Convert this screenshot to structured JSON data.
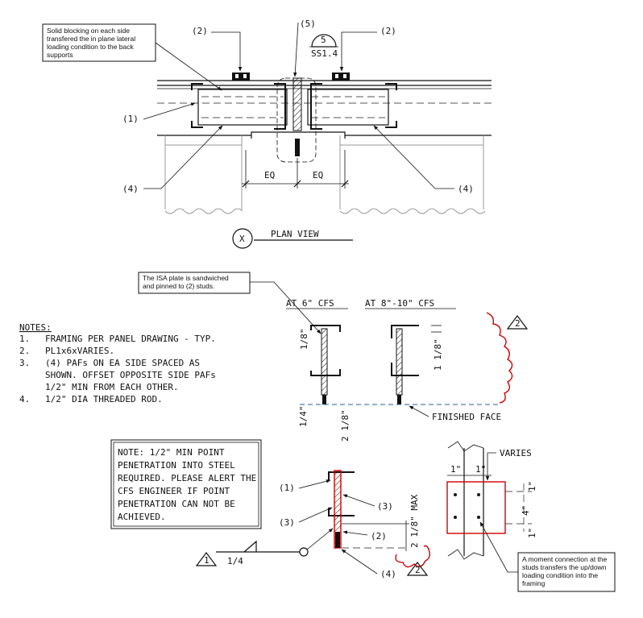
{
  "callouts": {
    "blocking_note": [
      "Solid blocking on each side",
      "transfered the in plane lateral",
      "loading condition to the back",
      "supports"
    ],
    "isa_plate_note": [
      "The ISA plate is sandwiched",
      "and pinned to (2) studs."
    ],
    "moment_note": [
      "A moment connection at the",
      "studs transfers the up/down",
      "loading condition into the",
      "framing"
    ]
  },
  "plan": {
    "tags": {
      "t2": "(2)",
      "t1": "(1)",
      "t4": "(4)",
      "t5": "(5)"
    },
    "section_ref": {
      "num": "5",
      "sheet": "SS1.4"
    },
    "dims": {
      "eq": "EQ"
    },
    "view_title": {
      "marker": "X",
      "label": "PLAN VIEW"
    }
  },
  "notes": {
    "title": "NOTES:",
    "items": [
      {
        "num": "1.",
        "lines": [
          "FRAMING PER PANEL DRAWING - TYP."
        ]
      },
      {
        "num": "2.",
        "lines": [
          "PL1x6xVARIES."
        ]
      },
      {
        "num": "3.",
        "lines": [
          "(4) PAFs ON EA SIDE SPACED AS",
          "SHOWN. OFFSET OPPOSITE SIDE PAFs",
          "1/2\" MIN FROM EACH OTHER."
        ]
      },
      {
        "num": "4.",
        "lines": [
          "1/2\" DIA THREADED ROD."
        ]
      }
    ]
  },
  "sections": {
    "left_title": "AT 6\" CFS",
    "right_title": "AT 8\"-10\" CFS",
    "dims": {
      "d18": "1/8\"",
      "d14": "1/4\"",
      "d218": "2 1/8\"",
      "d118": "1 1/8\""
    },
    "finished_face": "FINISHED FACE",
    "revision": "2"
  },
  "penetration_note": [
    "NOTE: 1/2\" MIN POINT",
    "PENETRATION INTO STEEL",
    "REQUIRED. PLEASE ALERT THE",
    "CFS ENGINEER IF POINT",
    "PENETRATION CAN NOT BE",
    "ACHIEVED."
  ],
  "detail": {
    "tags": {
      "t1": "(1)",
      "t3": "(3)",
      "t2": "(2)",
      "t4": "(4)"
    },
    "dim_max": "2 1/8\" MAX",
    "weld": "1/4",
    "revision1": "1",
    "revision2": "2"
  },
  "plate": {
    "varies": "VARIES",
    "d1": "1\"",
    "d4": "4\""
  }
}
